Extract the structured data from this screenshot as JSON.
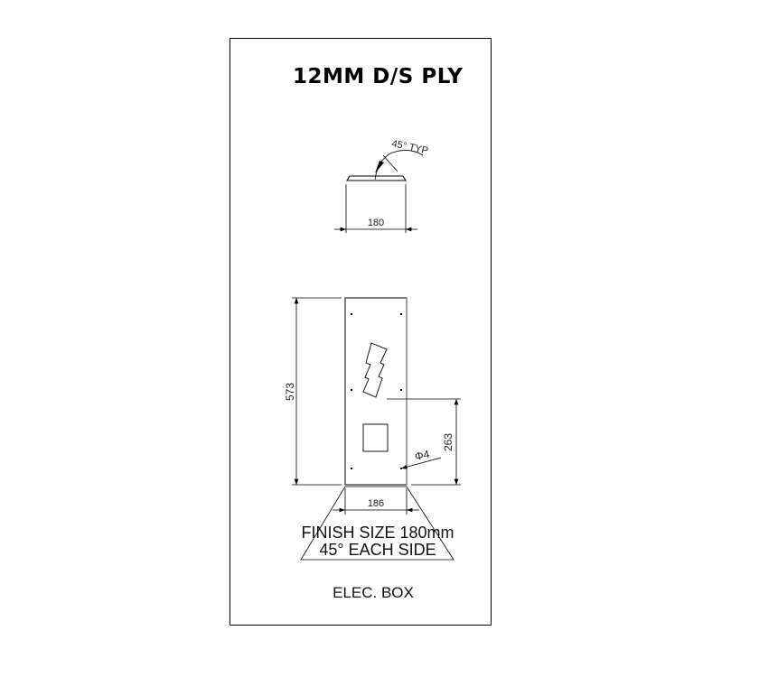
{
  "drawing": {
    "title": "12MM D/S PLY",
    "top_view": {
      "angle_label": "45° TYP",
      "width_dim": "180"
    },
    "front_view": {
      "height_dim": "573",
      "offset_dim": "263",
      "hole_dim": "Φ4",
      "bottom_width_dim": "186"
    },
    "notes": {
      "finish_line1": "FINISH SIZE 180mm",
      "finish_line2": "45° EACH SIDE"
    },
    "caption": "ELEC. BOX"
  }
}
